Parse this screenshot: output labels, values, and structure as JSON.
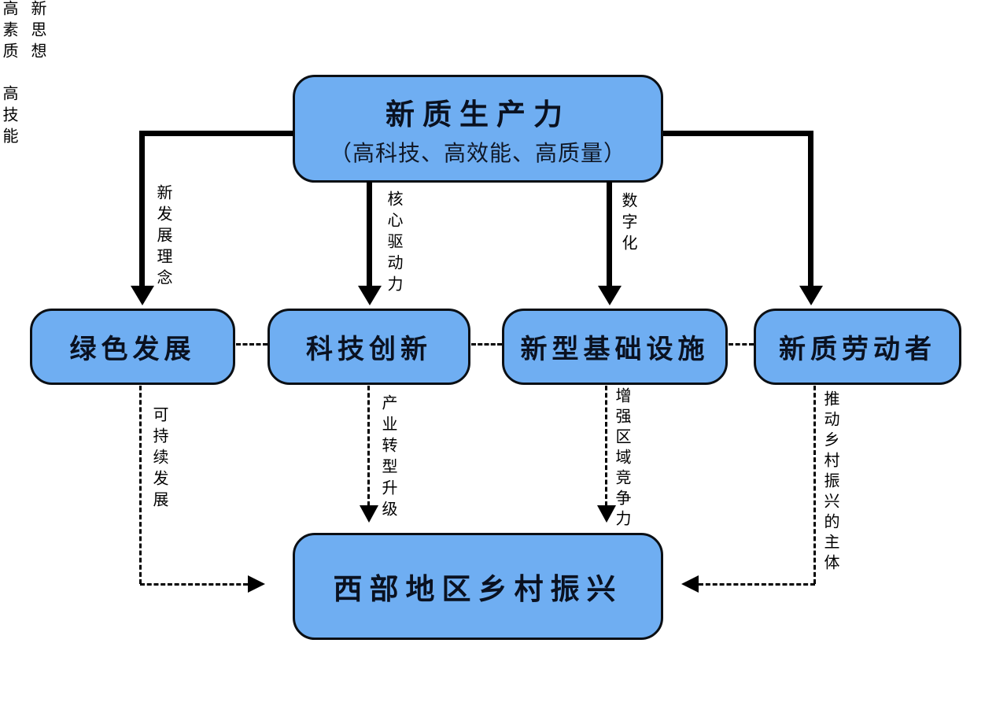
{
  "diagram": {
    "colors": {
      "box_fill": "#6FAEF2",
      "box_border": "#0b0f14",
      "box_text": "#0a1120",
      "line": "#000000",
      "background": "#ffffff"
    },
    "top_box": {
      "title": "新质生产力",
      "subtitle": "（高科技、高效能、高质量）"
    },
    "mid_boxes": [
      {
        "label": "绿色发展"
      },
      {
        "label": "科技创新"
      },
      {
        "label": "新型基础设施"
      },
      {
        "label": "新质劳动者"
      }
    ],
    "bottom_box": {
      "label": "西部地区乡村振兴"
    },
    "edges": {
      "solid": [
        {
          "label": "新发展理念"
        },
        {
          "label": "核心驱动力"
        },
        {
          "label": "数字化"
        },
        {
          "label_columns": [
            "高素质　高技能",
            "新思想"
          ]
        }
      ],
      "dashed": [
        {
          "label": "可持续发展"
        },
        {
          "label": "产业转型升级"
        },
        {
          "label": "增强区域竞争力"
        },
        {
          "label": "推动乡村振兴的主体"
        }
      ]
    }
  }
}
